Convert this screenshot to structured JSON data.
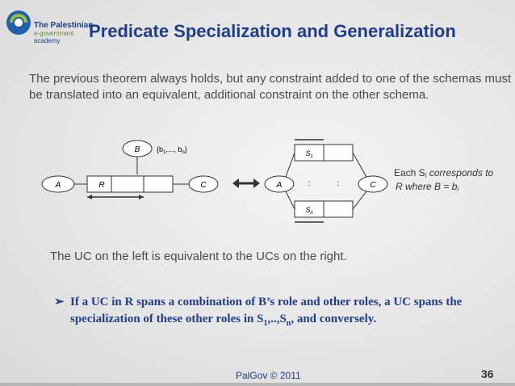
{
  "header": {
    "title": "Predicate Specialization and Generalization",
    "logo": {
      "line1": "The Palestinian",
      "line2": "e-government",
      "line3": "academy"
    }
  },
  "body": {
    "paragraph": "The previous theorem always holds, but any constraint added to one of the schemas must be translated into an equivalent, additional constraint on the other schema.",
    "equivalence_note": "The UC on the left is equivalent to the UCs on the right.",
    "bullet": "If a UC in R spans a combination of B’s role and other roles, a UC spans the specialization of these other roles in S1,..,Sn, and conversely."
  },
  "diagram": {
    "left": {
      "entity_b": "B",
      "value_set": "{b1,..., bn}",
      "entity_a": "A",
      "predicate": "R",
      "entity_c": "C"
    },
    "right": {
      "entity_a": "A",
      "entity_c": "C",
      "s1": "S1",
      "sn": "Sn",
      "dots": ":"
    },
    "note_line1": "Each Si corresponds to",
    "note_line2": "R where B = bi"
  },
  "footer": {
    "text": "PalGov © 2011",
    "page": "36"
  },
  "colors": {
    "title": "#1f3d8a",
    "body_text": "#4a4a4a",
    "bullet": "#1f3d8a"
  }
}
